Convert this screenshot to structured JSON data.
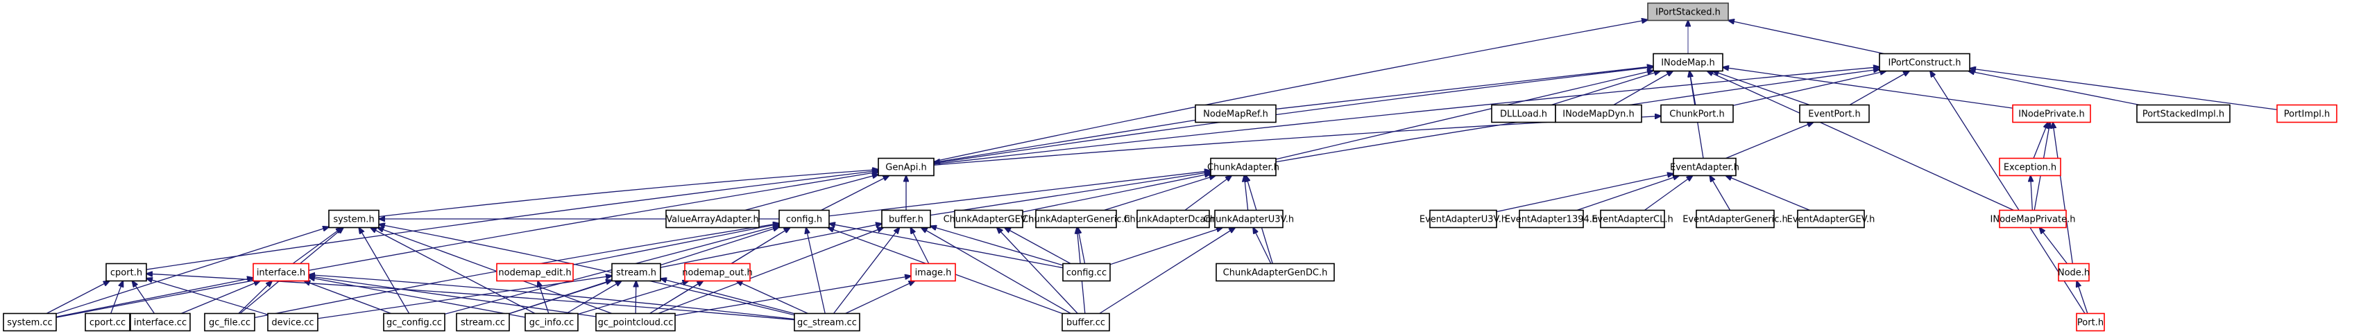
{
  "diagram": {
    "type": "include-dependency-graph",
    "root": "IPortStacked.h",
    "colors": {
      "edge": "#191970",
      "root_fill": "#bfbfbf",
      "node_border": "#000000",
      "truncated_border": "#ff0000",
      "background": "#ffffff"
    },
    "nodes": [
      {
        "id": "IPortStacked",
        "label": "IPortStacked.h",
        "style": "root"
      },
      {
        "id": "INodeMap",
        "label": "INodeMap.h",
        "style": "normal"
      },
      {
        "id": "IPortConstruct",
        "label": "IPortConstruct.h",
        "style": "normal"
      },
      {
        "id": "NodeMapRef",
        "label": "NodeMapRef.h",
        "style": "normal"
      },
      {
        "id": "DLLLoad",
        "label": "DLLLoad.h",
        "style": "normal"
      },
      {
        "id": "INodeMapDyn",
        "label": "INodeMapDyn.h",
        "style": "normal"
      },
      {
        "id": "ChunkPort",
        "label": "ChunkPort.h",
        "style": "normal"
      },
      {
        "id": "EventPort",
        "label": "EventPort.h",
        "style": "normal"
      },
      {
        "id": "INodePrivate",
        "label": "INodePrivate.h",
        "style": "truncated"
      },
      {
        "id": "PortStackedImpl",
        "label": "PortStackedImpl.h",
        "style": "normal"
      },
      {
        "id": "PortImpl",
        "label": "PortImpl.h",
        "style": "truncated"
      },
      {
        "id": "GenApi",
        "label": "GenApi.h",
        "style": "normal"
      },
      {
        "id": "ChunkAdapter",
        "label": "ChunkAdapter.h",
        "style": "normal"
      },
      {
        "id": "EventAdapter",
        "label": "EventAdapter.h",
        "style": "normal"
      },
      {
        "id": "Exception",
        "label": "Exception.h",
        "style": "truncated"
      },
      {
        "id": "system_h",
        "label": "system.h",
        "style": "normal"
      },
      {
        "id": "ValueArrayAdapter",
        "label": "ValueArrayAdapter.h",
        "style": "normal"
      },
      {
        "id": "config_h",
        "label": "config.h",
        "style": "normal"
      },
      {
        "id": "buffer_h",
        "label": "buffer.h",
        "style": "normal"
      },
      {
        "id": "ChunkAdapterGEV",
        "label": "ChunkAdapterGEV.h",
        "style": "normal"
      },
      {
        "id": "ChunkAdapterGeneric",
        "label": "ChunkAdapterGeneric.h",
        "style": "normal"
      },
      {
        "id": "ChunkAdapterDcam",
        "label": "ChunkAdapterDcam.h",
        "style": "normal"
      },
      {
        "id": "ChunkAdapterU3V",
        "label": "ChunkAdapterU3V.h",
        "style": "normal"
      },
      {
        "id": "EventAdapterU3V",
        "label": "EventAdapterU3V.h",
        "style": "normal"
      },
      {
        "id": "EventAdapter1394",
        "label": "EventAdapter1394.h",
        "style": "normal"
      },
      {
        "id": "EventAdapterCL",
        "label": "EventAdapterCL.h",
        "style": "normal"
      },
      {
        "id": "EventAdapterGeneric",
        "label": "EventAdapterGeneric.h",
        "style": "normal"
      },
      {
        "id": "EventAdapterGEV",
        "label": "EventAdapterGEV.h",
        "style": "normal"
      },
      {
        "id": "INodeMapPrivate",
        "label": "INodeMapPrivate.h",
        "style": "truncated"
      },
      {
        "id": "cport_h",
        "label": "cport.h",
        "style": "normal"
      },
      {
        "id": "interface_h",
        "label": "interface.h",
        "style": "truncated"
      },
      {
        "id": "nodemap_edit",
        "label": "nodemap_edit.h",
        "style": "truncated"
      },
      {
        "id": "stream_h",
        "label": "stream.h",
        "style": "normal"
      },
      {
        "id": "nodemap_out",
        "label": "nodemap_out.h",
        "style": "truncated"
      },
      {
        "id": "image_h",
        "label": "image.h",
        "style": "truncated"
      },
      {
        "id": "config_cc",
        "label": "config.cc",
        "style": "normal"
      },
      {
        "id": "ChunkAdapterGenDC",
        "label": "ChunkAdapterGenDC.h",
        "style": "normal"
      },
      {
        "id": "Node_h",
        "label": "Node.h",
        "style": "truncated"
      },
      {
        "id": "system_cc",
        "label": "system.cc",
        "style": "normal"
      },
      {
        "id": "cport_cc",
        "label": "cport.cc",
        "style": "normal"
      },
      {
        "id": "interface_cc",
        "label": "interface.cc",
        "style": "normal"
      },
      {
        "id": "gc_file",
        "label": "gc_file.cc",
        "style": "normal"
      },
      {
        "id": "device_cc",
        "label": "device.cc",
        "style": "normal"
      },
      {
        "id": "gc_config",
        "label": "gc_config.cc",
        "style": "normal"
      },
      {
        "id": "stream_cc",
        "label": "stream.cc",
        "style": "normal"
      },
      {
        "id": "gc_info",
        "label": "gc_info.cc",
        "style": "normal"
      },
      {
        "id": "gc_pointcloud",
        "label": "gc_pointcloud.cc",
        "style": "normal"
      },
      {
        "id": "gc_stream",
        "label": "gc_stream.cc",
        "style": "normal"
      },
      {
        "id": "buffer_cc",
        "label": "buffer.cc",
        "style": "normal"
      },
      {
        "id": "Port_h",
        "label": "Port.h",
        "style": "truncated"
      }
    ],
    "edges": [
      [
        "INodeMap",
        "IPortStacked"
      ],
      [
        "GenApi",
        "IPortStacked"
      ],
      [
        "IPortConstruct",
        "IPortStacked"
      ],
      [
        "NodeMapRef",
        "INodeMap"
      ],
      [
        "GenApi",
        "INodeMap"
      ],
      [
        "DLLLoad",
        "INodeMap"
      ],
      [
        "INodeMapDyn",
        "INodeMap"
      ],
      [
        "ChunkPort",
        "INodeMap"
      ],
      [
        "EventPort",
        "INodeMap"
      ],
      [
        "INodePrivate",
        "INodeMap"
      ],
      [
        "ChunkAdapter",
        "INodeMap"
      ],
      [
        "EventAdapter",
        "INodeMap"
      ],
      [
        "INodeMapPrivate",
        "INodeMap"
      ],
      [
        "ChunkPort",
        "IPortConstruct"
      ],
      [
        "EventPort",
        "IPortConstruct"
      ],
      [
        "PortStackedImpl",
        "IPortConstruct"
      ],
      [
        "PortImpl",
        "IPortConstruct"
      ],
      [
        "Port_h",
        "IPortConstruct"
      ],
      [
        "ChunkAdapter",
        "IPortConstruct"
      ],
      [
        "GenApi",
        "IPortConstruct"
      ],
      [
        "NodeMapRef",
        "GenApi"
      ],
      [
        "GenApi",
        "ChunkPort"
      ],
      [
        "EventAdapter",
        "EventPort"
      ],
      [
        "Exception",
        "INodePrivate"
      ],
      [
        "INodeMapPrivate",
        "INodePrivate"
      ],
      [
        "Node_h",
        "INodePrivate"
      ],
      [
        "INodeMapPrivate",
        "Exception"
      ],
      [
        "Node_h",
        "INodeMapPrivate"
      ],
      [
        "Port_h",
        "Node_h"
      ],
      [
        "system_h",
        "GenApi"
      ],
      [
        "cport_h",
        "GenApi"
      ],
      [
        "ValueArrayAdapter",
        "GenApi"
      ],
      [
        "config_h",
        "GenApi"
      ],
      [
        "buffer_h",
        "GenApi"
      ],
      [
        "system_cc",
        "GenApi"
      ],
      [
        "config_h",
        "ChunkAdapter"
      ],
      [
        "buffer_h",
        "ChunkAdapter"
      ],
      [
        "ChunkAdapterGEV",
        "ChunkAdapter"
      ],
      [
        "ChunkAdapterGeneric",
        "ChunkAdapter"
      ],
      [
        "ChunkAdapterDcam",
        "ChunkAdapter"
      ],
      [
        "ChunkAdapterU3V",
        "ChunkAdapter"
      ],
      [
        "ChunkAdapterGenDC",
        "ChunkAdapter"
      ],
      [
        "EventAdapterU3V",
        "EventAdapter"
      ],
      [
        "EventAdapter1394",
        "EventAdapter"
      ],
      [
        "EventAdapterCL",
        "EventAdapter"
      ],
      [
        "EventAdapterGeneric",
        "EventAdapter"
      ],
      [
        "EventAdapterGEV",
        "EventAdapter"
      ],
      [
        "ChunkAdapterGenDC",
        "ChunkAdapterU3V"
      ],
      [
        "config_cc",
        "ChunkAdapterU3V"
      ],
      [
        "buffer_cc",
        "ChunkAdapterU3V"
      ],
      [
        "config_cc",
        "ChunkAdapterGEV"
      ],
      [
        "buffer_cc",
        "ChunkAdapterGEV"
      ],
      [
        "config_cc",
        "ChunkAdapterGeneric"
      ],
      [
        "buffer_cc",
        "ChunkAdapterGeneric"
      ],
      [
        "interface_h",
        "system_h"
      ],
      [
        "system_cc",
        "system_h"
      ],
      [
        "gc_file",
        "system_h"
      ],
      [
        "gc_config",
        "system_h"
      ],
      [
        "gc_info",
        "system_h"
      ],
      [
        "gc_pointcloud",
        "system_h"
      ],
      [
        "gc_stream",
        "system_h"
      ],
      [
        "config_h",
        "system_h"
      ],
      [
        "system_cc",
        "cport_h"
      ],
      [
        "cport_cc",
        "cport_h"
      ],
      [
        "interface_cc",
        "cport_h"
      ],
      [
        "device_cc",
        "cport_h"
      ],
      [
        "gc_stream",
        "cport_h"
      ],
      [
        "system_cc",
        "interface_h"
      ],
      [
        "interface_cc",
        "interface_h"
      ],
      [
        "gc_file",
        "interface_h"
      ],
      [
        "gc_config",
        "interface_h"
      ],
      [
        "gc_info",
        "interface_h"
      ],
      [
        "gc_pointcloud",
        "interface_h"
      ],
      [
        "gc_stream",
        "interface_h"
      ],
      [
        "gc_file",
        "config_h"
      ],
      [
        "gc_config",
        "config_h"
      ],
      [
        "stream_cc",
        "config_h"
      ],
      [
        "gc_pointcloud",
        "config_h"
      ],
      [
        "gc_stream",
        "config_h"
      ],
      [
        "nodemap_edit",
        "config_h"
      ],
      [
        "nodemap_out",
        "config_h"
      ],
      [
        "config_cc",
        "config_h"
      ],
      [
        "buffer_cc",
        "config_h"
      ],
      [
        "stream_h",
        "buffer_h"
      ],
      [
        "gc_pointcloud",
        "buffer_h"
      ],
      [
        "gc_stream",
        "buffer_h"
      ],
      [
        "image_h",
        "buffer_h"
      ],
      [
        "config_cc",
        "buffer_h"
      ],
      [
        "buffer_cc",
        "buffer_h"
      ],
      [
        "gc_info",
        "nodemap_edit"
      ],
      [
        "stream_cc",
        "stream_h"
      ],
      [
        "gc_info",
        "stream_h"
      ],
      [
        "gc_pointcloud",
        "stream_h"
      ],
      [
        "gc_stream",
        "stream_h"
      ],
      [
        "device_cc",
        "stream_h"
      ],
      [
        "gc_info",
        "nodemap_out"
      ],
      [
        "gc_pointcloud",
        "nodemap_out"
      ],
      [
        "gc_stream",
        "nodemap_out"
      ],
      [
        "gc_stream",
        "image_h"
      ],
      [
        "gc_pointcloud",
        "image_h"
      ]
    ]
  }
}
